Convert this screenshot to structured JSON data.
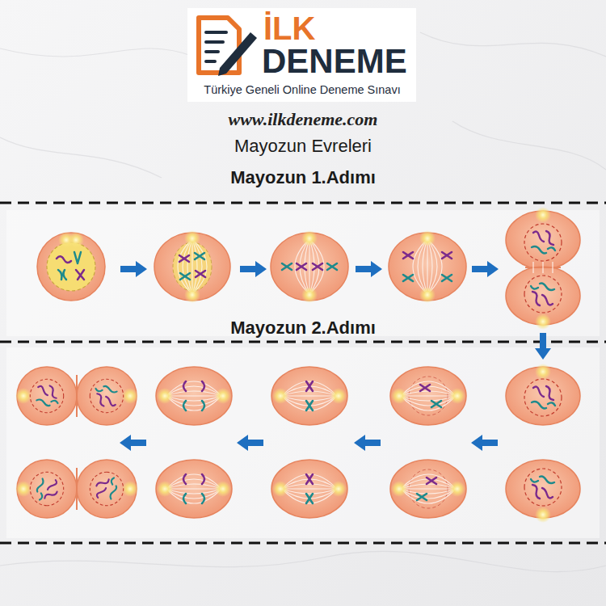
{
  "diagram": {
    "title": "Mayozun Evreleri",
    "labels": [
      "İLK",
      "DENEME",
      "Türkiye Geneli Online Deneme Sınavı",
      "www.ilkdeneme.com",
      "Mayozun 1.Adımı",
      "Mayozun 2.Adımı"
    ]
  }
}
